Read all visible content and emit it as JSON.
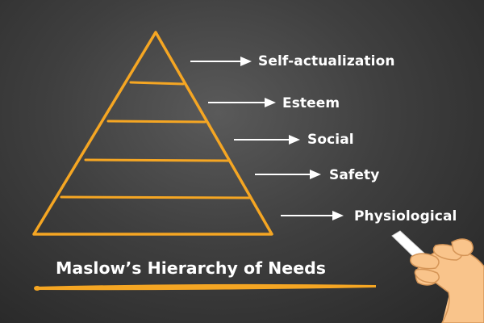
{
  "diagram": {
    "title": "Maslow’s Hierarchy of Needs",
    "levels": [
      {
        "label": "Self-actualization"
      },
      {
        "label": "Esteem"
      },
      {
        "label": "Social"
      },
      {
        "label": "Safety"
      },
      {
        "label": "Physiological"
      }
    ]
  },
  "colors": {
    "background": "#3a3a3a",
    "pyramid_outline": "#f5a623",
    "text": "#ffffff",
    "arrow": "#ffffff",
    "underline": "#f5a623",
    "hand_skin": "#f9c48b"
  },
  "icons": [
    "pyramid-diagram",
    "arrow-right-icon",
    "hand-holding-chalk-icon"
  ]
}
